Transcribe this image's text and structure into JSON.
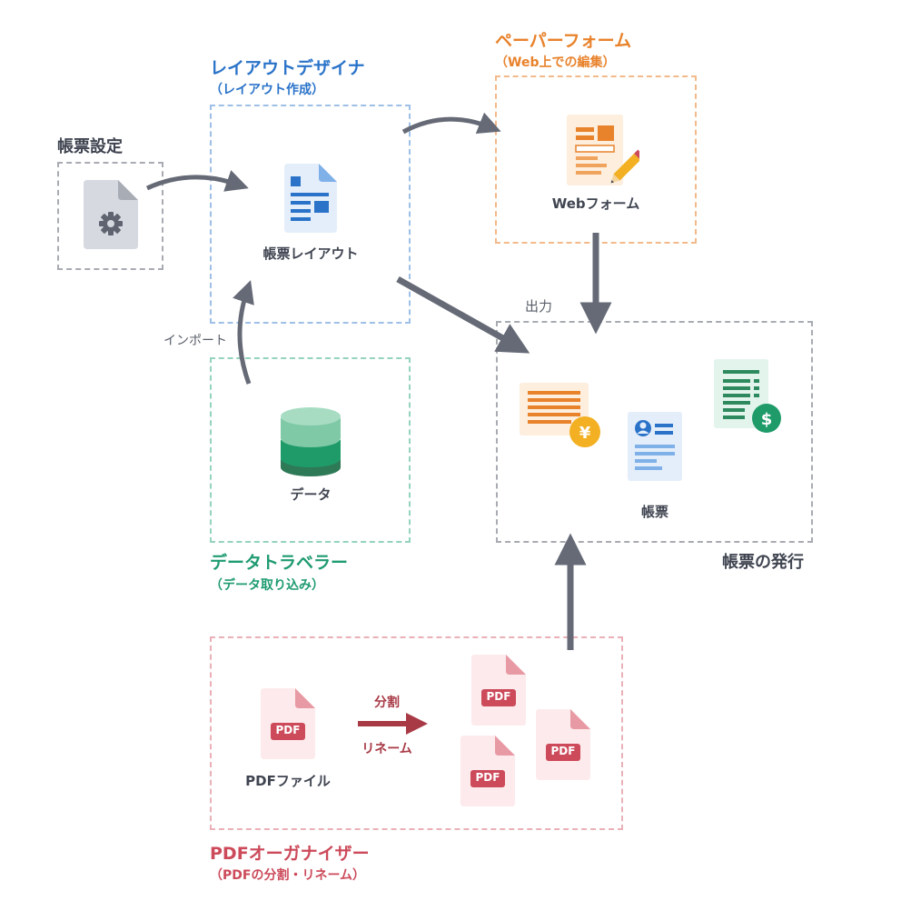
{
  "colors": {
    "gray": "#a8abb2",
    "blue": "#2a73c9",
    "orange": "#e8822b",
    "green": "#1f9b72",
    "red": "#cc4a5a",
    "arrow": "#656a76",
    "dark_red_arrow": "#a83a46"
  },
  "settings": {
    "title": "帳票設定",
    "icon": "gear-document-icon"
  },
  "layout_designer": {
    "title": "レイアウトデザイナ",
    "subtitle": "（レイアウト作成）",
    "item_label": "帳票レイアウト"
  },
  "paper_form": {
    "title": "ペーパーフォーム",
    "subtitle": "（Web上での編集）",
    "item_label": "Webフォーム"
  },
  "data_traveler": {
    "title": "データトラベラー",
    "subtitle": "（データ取り込み）",
    "item_label": "データ"
  },
  "import_label": "インポート",
  "output_label": "出力",
  "issuance": {
    "title": "帳票の発行",
    "item_label": "帳票"
  },
  "pdf_organizer": {
    "title": "PDFオーガナイザー",
    "subtitle": "（PDFの分割・リネーム）",
    "source_label": "PDFファイル",
    "badge": "PDF",
    "split_label": "分割",
    "rename_label": "リネーム"
  }
}
